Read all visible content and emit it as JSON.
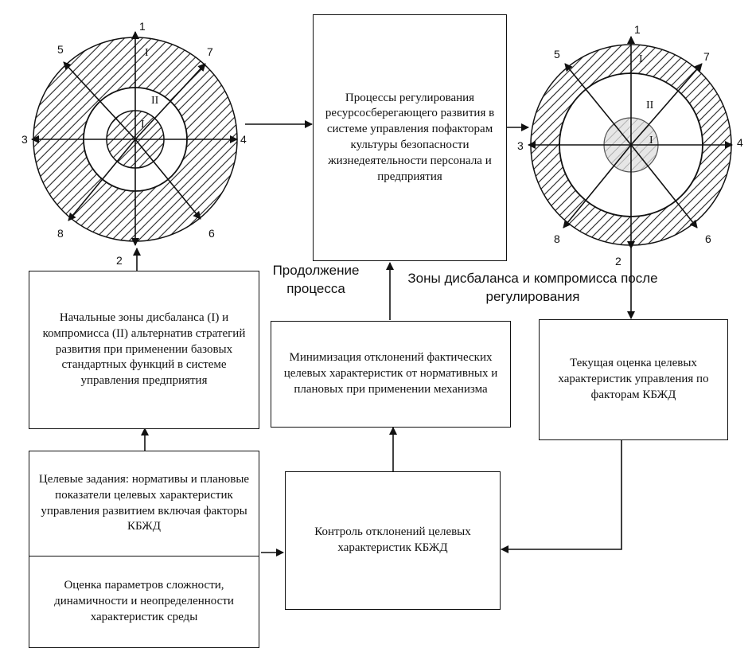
{
  "boxes": {
    "regulation_process": "Процессы регулирования ресурсосберегающего развития в системе управления пофакторам культуры безопасности жизнедеятельности персонала и предприятия",
    "initial_zones": "Начальные зоны дисбаланса (I)  и компромисса (II) альтернатив стратегий развития при применении базовых стандартных функций в системе управления предприятия",
    "minimization": "Минимизация отклонений фактических целевых характеристик от нормативных и плановых при применении механизма",
    "current_assessment": "Текущая оценка целевых характеристик управления по факторам КБЖД",
    "target_tasks": "Целевые задания: нормативы и плановые показатели целевых характеристик управления развитием включая факторы КБЖД",
    "complexity_assessment": "Оценка параметров сложности, динамичности и неопределенности характеристик среды",
    "deviation_control": "Контроль отклонений целевых характеристик КБЖД"
  },
  "labels": {
    "process_continuation": "Продолжение процесса",
    "zones_after": "Зоны дисбаланса и компромисса после регулирования"
  },
  "wheel_left": {
    "axis_numbers": [
      "1",
      "2",
      "3",
      "4",
      "5",
      "6",
      "7",
      "8"
    ],
    "zone_outer": "I",
    "zone_middle": "II",
    "zone_inner": "I"
  },
  "wheel_right": {
    "axis_numbers": [
      "1",
      "2",
      "3",
      "4",
      "5",
      "6",
      "7",
      "8"
    ],
    "zone_outer": "I",
    "zone_middle": "II",
    "zone_inner": "I"
  },
  "colors": {
    "line": "#111111",
    "hatch": "#222222",
    "inner_fill_right": "#e6e6e6"
  }
}
